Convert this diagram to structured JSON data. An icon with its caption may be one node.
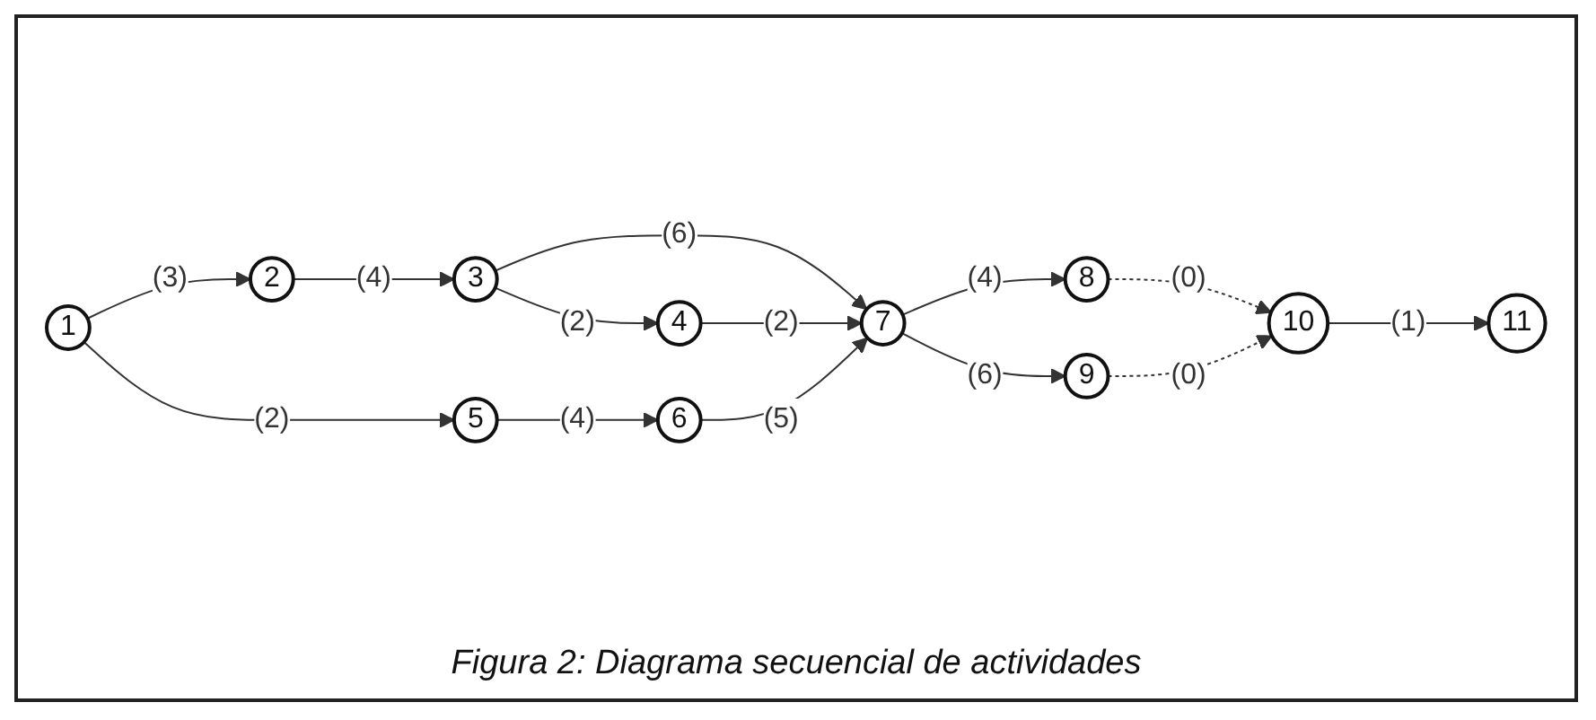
{
  "diagram": {
    "caption": "Figura 2: Diagrama secuencial de actividades",
    "nodes": [
      {
        "text": [
          "1"
        ]
      },
      {
        "text": [
          "2"
        ]
      },
      {
        "text": [
          "3"
        ]
      },
      {
        "text": [
          "4"
        ]
      },
      {
        "text": [
          "7"
        ]
      },
      {
        "text": [
          "8"
        ]
      },
      {
        "text": [
          "10"
        ]
      },
      {
        "text": [
          "11"
        ]
      },
      {
        "text": [
          "5"
        ]
      },
      {
        "text": [
          "6"
        ]
      },
      {
        "text": [
          "9"
        ]
      }
    ],
    "edges": [
      {
        "from": 0,
        "to": 1,
        "arrow": "to",
        "label": "(3)"
      },
      {
        "from": 1,
        "to": 2,
        "arrow": "to",
        "label": "(4)"
      },
      {
        "from": 2,
        "to": 3,
        "arrow": "to",
        "label": "(2)"
      },
      {
        "from": 2,
        "to": 4,
        "arrow": "to",
        "label": "(6)"
      },
      {
        "from": 3,
        "to": 4,
        "arrow": "to",
        "label": "(2)"
      },
      {
        "from": 0,
        "to": 8,
        "arrow": "to",
        "label": "(2)"
      },
      {
        "from": 8,
        "to": 9,
        "arrow": "to",
        "label": "(4)"
      },
      {
        "from": 9,
        "to": 4,
        "arrow": "to",
        "label": "(5)"
      },
      {
        "from": 4,
        "to": 5,
        "arrow": "to",
        "label": "(4)"
      },
      {
        "from": 4,
        "to": 10,
        "arrow": "to",
        "label": "(6)"
      },
      {
        "from": 5,
        "to": 6,
        "arrow": "to",
        "label": "(0)",
        "style": "dashed"
      },
      {
        "from": 10,
        "to": 6,
        "arrow": "to",
        "label": "(0)",
        "style": "dashed"
      },
      {
        "from": 6,
        "to": 7,
        "arrow": "to",
        "label": "(1)"
      }
    ]
  }
}
